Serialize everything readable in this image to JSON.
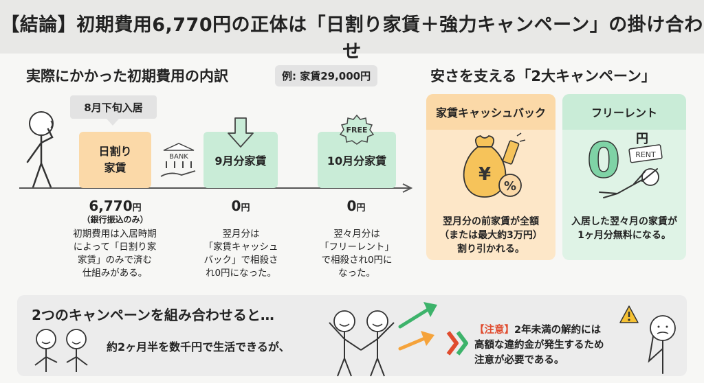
{
  "header": {
    "title": "【結論】初期費用6,770円の正体は「日割り家賃＋強力キャンペーン」の掛け合わせ"
  },
  "breakdown": {
    "title": "実際にかかった初期費用の内訳",
    "example": "例: 家賃29,000円",
    "movein_label": "8月下旬入居",
    "bank_label": "BANK",
    "free_label": "FREE",
    "items": [
      {
        "label_line1": "日割り",
        "label_line2": "家賃",
        "amount": "6,770",
        "unit": "円",
        "sub": "（銀行振込のみ）",
        "note": [
          "初期費用は入居時期",
          "によって「日割り家",
          "家賃」のみで済む",
          "仕組みがある。"
        ]
      },
      {
        "label": "9月分家賃",
        "amount": "0",
        "unit": "円",
        "note": [
          "翌月分は",
          "「家賃キャッシュ",
          "バック」で相殺さ",
          "れ0円になった。"
        ]
      },
      {
        "label": "10月分家賃",
        "amount": "0",
        "unit": "円",
        "note": [
          "翌々月分は",
          "「フリーレント」",
          "で相殺され0円に",
          "なった。"
        ]
      }
    ]
  },
  "campaigns": {
    "title": "安さを支える「2大キャンペーン」",
    "cashback": {
      "title": "家賃キャッシュバック",
      "yen_symbol": "¥",
      "percent_symbol": "%",
      "desc": [
        "翌月分の前家賃が全額",
        "（または最大約3万円）",
        "割り引かれる。"
      ]
    },
    "freerent": {
      "title": "フリーレント",
      "zero": "0",
      "unit": "円",
      "rent_tag": "RENT",
      "desc": [
        "入居した翌々月の家賃が",
        "1ヶ月分無料になる。"
      ]
    }
  },
  "bottom": {
    "heading": "2つのキャンペーンを組み合わせると…",
    "text": "約2ヶ月半を数千円で生活できるが、",
    "warning_tag": "【注意】",
    "warning_lines": [
      "2年未満の解約には",
      "高額な違約金が発生するため",
      "注意が必要である。"
    ]
  },
  "colors": {
    "orange": "#fbd9a8",
    "green": "#c9ecd7",
    "warning_red": "#e04b2e",
    "arrow_green": "#3db36b",
    "arrow_orange": "#f5a33b"
  }
}
